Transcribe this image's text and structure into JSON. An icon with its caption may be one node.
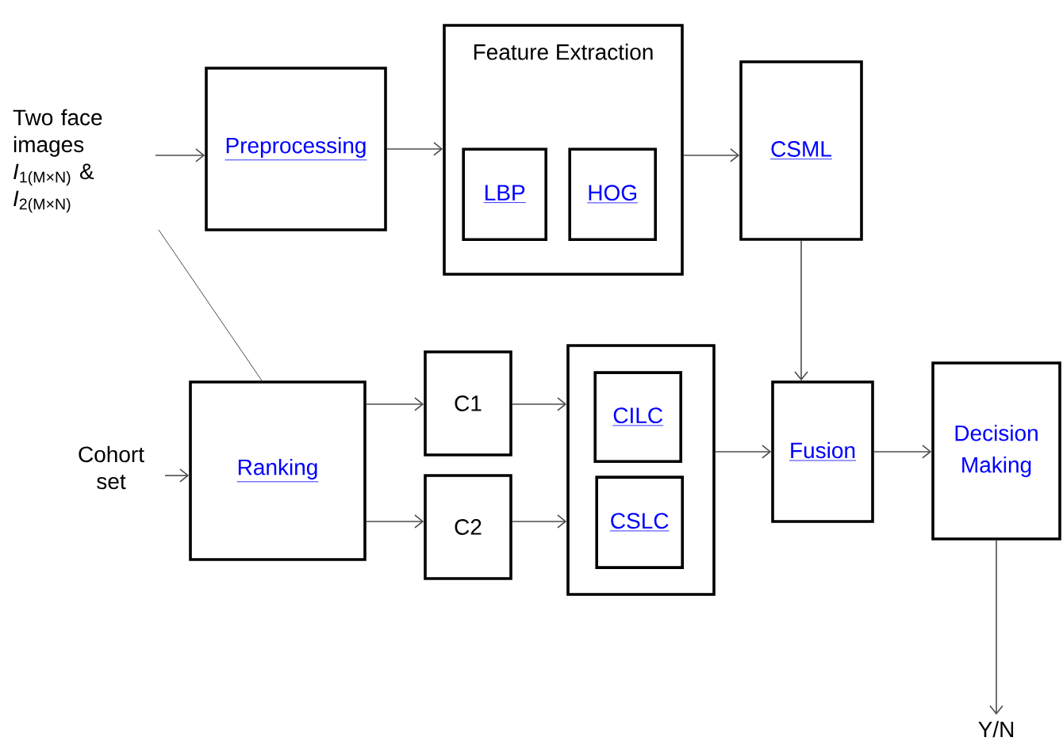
{
  "diagram": {
    "nodes": [
      {
        "text": [
          "Two face images *I*$_{1(M×N)}$ & *I*$_{2(M×N)}$"
        ]
      },
      {
        "text": [
          "Preprocessing"
        ]
      },
      {
        "text": [
          "Feature Extraction"
        ]
      },
      {
        "text": [
          "LBP"
        ],
        "in": 2
      },
      {
        "text": [
          "HOG"
        ],
        "in": 2
      },
      {
        "text": [
          "CSML"
        ]
      },
      {
        "text": [
          "Cohort set"
        ]
      },
      {
        "text": [
          "Ranking"
        ]
      },
      {
        "text": [
          "C1"
        ]
      },
      {
        "text": [
          "C2"
        ]
      },
      {
        "text": [],
        "shape": "box"
      },
      {
        "text": [
          "CILC"
        ],
        "in": 10
      },
      {
        "text": [
          "CSLC"
        ],
        "in": 10
      },
      {
        "text": [
          "Fusion"
        ]
      },
      {
        "text": [
          "Decision Making"
        ]
      },
      {
        "text": [
          "Y/N"
        ]
      }
    ],
    "edges": [
      {
        "from": 0,
        "to": 1,
        "arrow": "to"
      },
      {
        "from": 1,
        "to": 2,
        "arrow": "to"
      },
      {
        "from": 2,
        "to": 5,
        "arrow": "to"
      },
      {
        "from": 5,
        "to": 13,
        "arrow": "to"
      },
      {
        "from": 0,
        "to": 7,
        "arrow": "none"
      },
      {
        "from": 6,
        "to": 7,
        "arrow": "to"
      },
      {
        "from": 7,
        "to": 8,
        "arrow": "to"
      },
      {
        "from": 7,
        "to": 9,
        "arrow": "to"
      },
      {
        "from": 8,
        "to": 10,
        "arrow": "to"
      },
      {
        "from": 9,
        "to": 10,
        "arrow": "to"
      },
      {
        "from": 10,
        "to": 13,
        "arrow": "to"
      },
      {
        "from": 13,
        "to": 14,
        "arrow": "to"
      },
      {
        "from": 14,
        "to": 15,
        "arrow": "to"
      }
    ]
  }
}
